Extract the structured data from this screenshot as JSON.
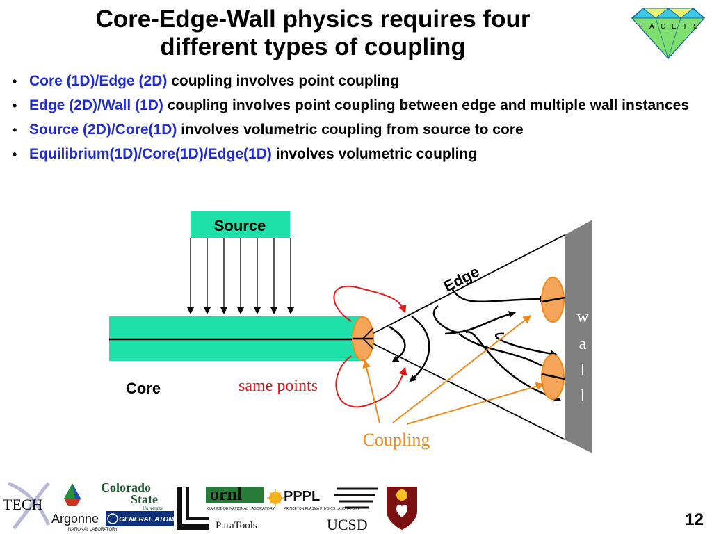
{
  "title_line1": "Core-Edge-Wall physics requires four",
  "title_line2": "different types of coupling",
  "facets_logo": {
    "letters": [
      "F",
      "A",
      "C",
      "E",
      "T",
      "S"
    ]
  },
  "bullets": [
    {
      "highlight": "Core (1D)/Edge (2D)",
      "text": " coupling involves point coupling"
    },
    {
      "highlight": "Edge (2D)/Wall (1D)",
      "text": " coupling involves point coupling between edge and multiple wall instances"
    },
    {
      "highlight": "Source (2D)/Core(1D)",
      "text": " involves volumetric coupling from source to core"
    },
    {
      "highlight": "Equilibrium(1D)/Core(1D)/Edge(1D)",
      "text": " involves volumetric coupling"
    }
  ],
  "diagram": {
    "source_label": "Source",
    "core_label": "Core",
    "edge_label": "Edge",
    "wall_letters": [
      "w",
      "a",
      "l",
      "l"
    ],
    "same_points_label": "same points",
    "coupling_label": "Coupling",
    "colors": {
      "teal": "#1fe0a8",
      "orange": "#f5a55a",
      "red": "#e01818",
      "wall": "#808080",
      "blue_text": "#1f2ccf"
    }
  },
  "footer": {
    "tech_label": "TECH",
    "argonne_label": "Argonne",
    "argonne_sub": "NATIONAL LABORATORY",
    "colorado_line1": "Colorado",
    "colorado_line2": "State",
    "colorado_sub": "University",
    "general_atomics": "GENERAL ATOMICS",
    "ornl_label": "ornl",
    "ornl_sub": "OAK RIDGE NATIONAL LABORATORY",
    "paratools_label": "ParaTools",
    "pppl_label": "PPPL",
    "pppl_sub": "PRINCETON PLASMA PHYSICS LABORATORY",
    "ucsd_label": "UCSD",
    "page_number": "12"
  }
}
